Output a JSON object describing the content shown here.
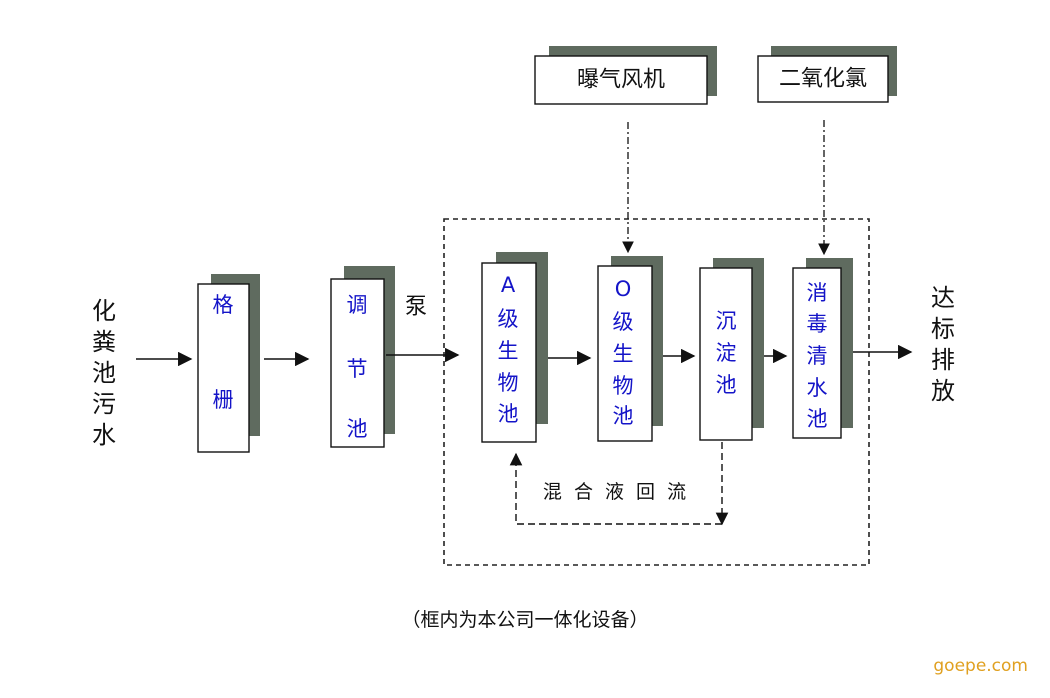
{
  "source_label": [
    "化",
    "粪",
    "池",
    "污",
    "水"
  ],
  "output_label": [
    "达",
    "标",
    "排",
    "放"
  ],
  "pump_label": "泵",
  "blower_label": "曝气风机",
  "chlorine_label": "二氧化氯",
  "grid_label": [
    "格",
    "栅"
  ],
  "regulating_tank_label": [
    "调",
    "节",
    "池"
  ],
  "a_tank_label": [
    "A",
    "级",
    "生",
    "物",
    "池"
  ],
  "o_tank_label": [
    "O",
    "级",
    "生",
    "物",
    "池"
  ],
  "settling_tank_label": [
    "沉",
    "淀",
    "池"
  ],
  "disinfection_tank_label": [
    "消",
    "毒",
    "清",
    "水",
    "池"
  ],
  "recycle_label": "混 合 液 回 流",
  "caption": "（框内为本公司一体化设备）",
  "watermark": "goepe.com",
  "colors": {
    "box_text": "#1414c8",
    "shadow": "#5f6b5f",
    "line": "#111111",
    "watermark": "#e0a020"
  }
}
